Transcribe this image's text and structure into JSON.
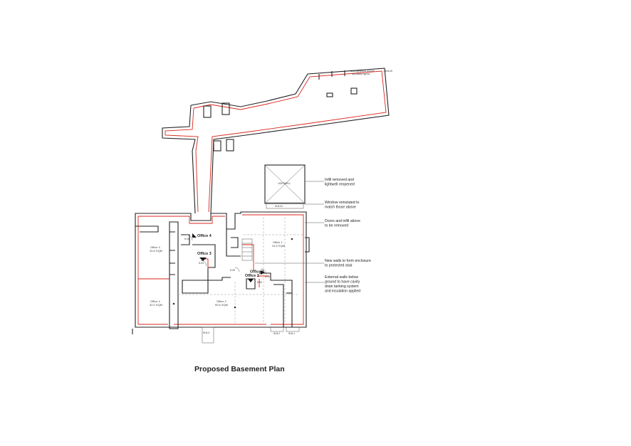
{
  "title": "Proposed Basement Plan",
  "annotations": {
    "infill": [
      "Infill removed and",
      "lightwell reopened"
    ],
    "window": [
      "Window reinstated to",
      "match those above"
    ],
    "doors": [
      "Doors and infill above",
      "to be removed"
    ],
    "walls": [
      "New walls to form enclosure",
      "to protected stair"
    ],
    "external": [
      "External walls below",
      "ground to have cavity",
      "drain tanking system",
      "and insulation applied"
    ],
    "vault_note": [
      "New opening to provide",
      "secondary egress"
    ]
  },
  "offices": {
    "office1": "Office 1",
    "office2": "Office 2",
    "office3": "Office 3",
    "office4": "Office 4"
  },
  "rooms": {
    "right_name": "Office 1",
    "right_area": "41.5 SQM",
    "left_top_name": "Office 4",
    "left_top_area": "34.6 SQM",
    "left_bottom_name": "Office 4",
    "left_bottom_area": "32.0 SQM",
    "center_name": "Office 2",
    "center_area": "50.6 SQM"
  },
  "tags": {
    "lightwell": "LIGHTWELL",
    "d01": "D-01",
    "d02": "D-02",
    "d03": "D-03",
    "d04": "D-04",
    "d05": "D-05",
    "w_top": "W-B-05",
    "w_lightwell": "W-B-04",
    "w_b1": "W-B-1",
    "w_b2": "W-B-2",
    "w_b3": "W-B-3"
  },
  "colors": {
    "wall": "#222222",
    "new_work": "#d9261c"
  }
}
